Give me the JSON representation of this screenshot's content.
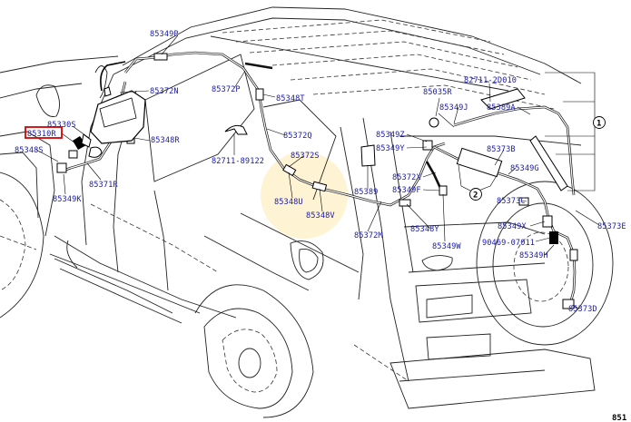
{
  "diagram": {
    "highlight_color": "#d40000",
    "label_color": "#1a1aa6",
    "glow_color": "#fdefc4",
    "labels": {
      "p85349P": "85349P",
      "p85330S": "85330S",
      "p85310R": "85310R",
      "p85348S": "85348S",
      "p85349K": "85349K",
      "p85372N": "85372N",
      "p85372P": "85372P",
      "p85348T": "85348T",
      "p85348R": "85348R",
      "p85371R": "85371R",
      "p85372Q": "85372Q",
      "p82711_89122": "82711-89122",
      "p85372S": "85372S",
      "p85348U": "85348U",
      "p85348V": "85348V",
      "p85389": "85389",
      "p85372M": "85372M",
      "p85035R": "85035R",
      "p85349J": "85349J",
      "p82711_2D010": "82711-2D010",
      "p85349Z": "85349Z",
      "p85349Y": "85349Y",
      "p85372X": "85372X",
      "p85349F": "85349F",
      "p85348Y": "85348Y",
      "p85349W": "85349W",
      "p85389A": "85389A",
      "p85373B": "85373B",
      "p85349G": "85349G",
      "p85373C": "85373C",
      "p85349X": "85349X",
      "p90469_07011": "90469-07011",
      "p85349H": "85349H",
      "p85373E": "85373E",
      "p85373D": "85373D",
      "callout1": "1",
      "callout2": "2",
      "corner_code": "851"
    }
  }
}
